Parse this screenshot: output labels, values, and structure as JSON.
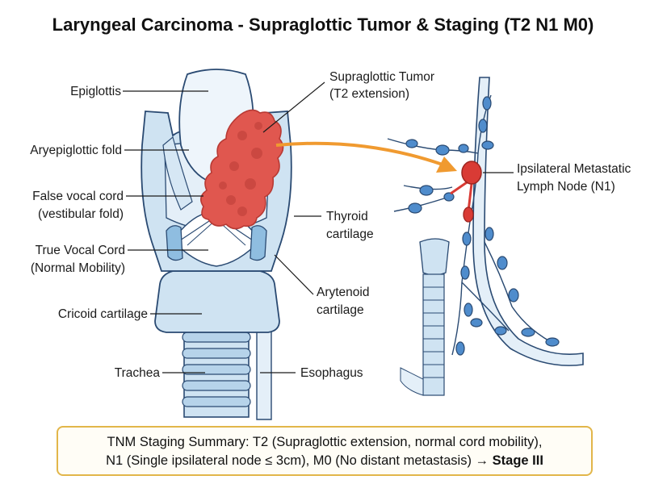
{
  "title": "Laryngeal Carcinoma - Supraglottic Tumor & Staging (T2 N1 M0)",
  "labels": {
    "epiglottis": "Epiglottis",
    "aryepiglottic_fold": "Aryepiglottic fold",
    "false_vocal_cord_1": "False vocal cord",
    "false_vocal_cord_2": "(vestibular fold)",
    "true_vocal_cord_1": "True Vocal Cord",
    "true_vocal_cord_2": "(Normal Mobility)",
    "cricoid": "Cricoid cartilage",
    "trachea": "Trachea",
    "tumor_1": "Supraglottic Tumor",
    "tumor_2": "(T2 extension)",
    "thyroid_1": "Thyroid",
    "thyroid_2": "cartilage",
    "arytenoid_1": "Arytenoid",
    "arytenoid_2": "cartilage",
    "esophagus": "Esophagus",
    "node_1": "Ipsilateral Metastatic",
    "node_2": "Lymph Node (N1)"
  },
  "summary": {
    "line1": "TNM Staging Summary: T2 (Supraglottic extension, normal cord mobility),",
    "line2_prefix": "N1 (Single ipsilateral node ≤ 3cm), M0 (No distant metastasis) ",
    "arrow": "→",
    "stage": "Stage III"
  },
  "colors": {
    "outline": "#2a4a72",
    "structure_fill": "#cfe3f2",
    "structure_light": "#e4eff8",
    "tumor": "#e0574f",
    "tumor_dark": "#b83a34",
    "node": "#d93b35",
    "lymph": "#4f8ccc",
    "arrow": "#f09a30",
    "box_border": "#e2b64a"
  }
}
